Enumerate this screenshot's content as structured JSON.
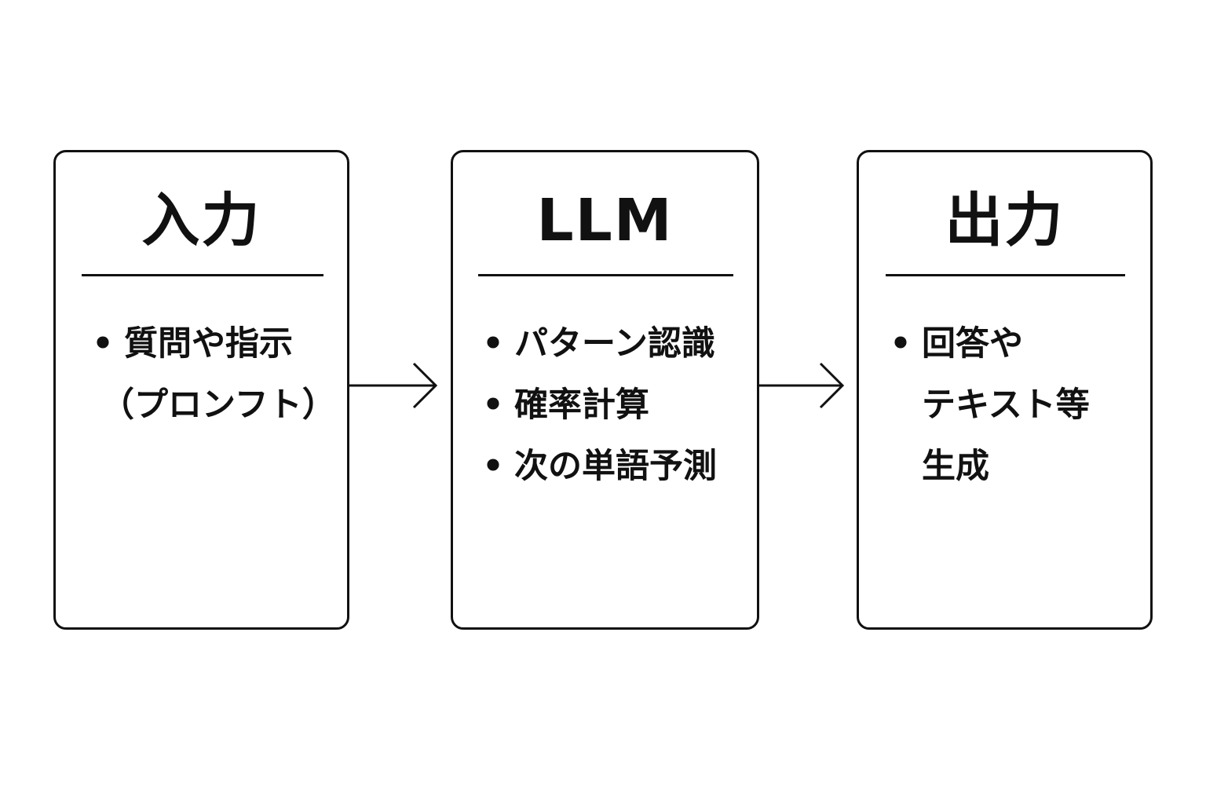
{
  "colors": {
    "stroke": "#111111",
    "background": "#ffffff"
  },
  "boxes": [
    {
      "title": "入力",
      "items": [
        {
          "text": "質問や指示",
          "bullet": true
        },
        {
          "text": "（プロンフト）",
          "bullet": false
        }
      ]
    },
    {
      "title": "LLM",
      "items": [
        {
          "text": "パターン認識",
          "bullet": true
        },
        {
          "text": "確率計算",
          "bullet": true
        },
        {
          "text": "次の単語予測",
          "bullet": true
        }
      ]
    },
    {
      "title": "出力",
      "items": [
        {
          "text": "回答や",
          "bullet": true
        },
        {
          "text": "テキスト等",
          "bullet": false
        },
        {
          "text": "生成",
          "bullet": false
        }
      ]
    }
  ],
  "bullet_char": "•"
}
